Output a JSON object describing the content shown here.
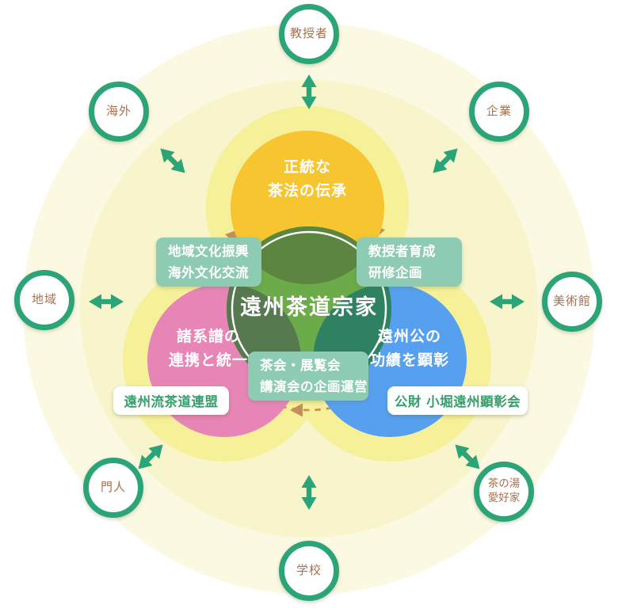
{
  "diagram": {
    "center": {
      "label": "遠州茶道宗家"
    },
    "main_circles": [
      {
        "id": "tradition",
        "label_lines": [
          "正統な",
          "茶法の伝承"
        ],
        "color": "#f6c52f"
      },
      {
        "id": "lineages",
        "label_lines": [
          "諸系譜の",
          "連携と統一"
        ],
        "color": "#e885b7",
        "badge": "遠州流茶道連盟"
      },
      {
        "id": "achievements",
        "label_lines": [
          "遠州公の",
          "功績を顕彰"
        ],
        "color": "#57a0ef",
        "badge": "公財 小堀遠州顕彰会"
      }
    ],
    "activity_boxes": [
      {
        "id": "left",
        "lines": [
          "地域文化振興",
          "海外文化交流"
        ]
      },
      {
        "id": "right",
        "lines": [
          "教授者育成",
          "研修企画"
        ]
      },
      {
        "id": "bottom",
        "lines": [
          "茶会・展覧会",
          "講演会の企画運営"
        ]
      }
    ],
    "satellites": [
      {
        "id": "instructors",
        "label": "教授者"
      },
      {
        "id": "companies",
        "label": "企業"
      },
      {
        "id": "museums",
        "label": "美術館"
      },
      {
        "id": "tea-lovers",
        "label_lines": [
          "茶の湯",
          "愛好家"
        ]
      },
      {
        "id": "schools",
        "label": "学校"
      },
      {
        "id": "disciples",
        "label": "門人"
      },
      {
        "id": "region",
        "label": "地域"
      },
      {
        "id": "overseas",
        "label": "海外"
      }
    ],
    "icons": {
      "connection_arrow": "double-headed-arrow",
      "cycle_arrow": "dashed-circular-arrow"
    },
    "colors": {
      "accent_green": "#2ba578",
      "satellite_text": "#a8714e",
      "yellow_circle": "#f6c52f",
      "pink_circle": "#e885b7",
      "blue_circle": "#57a0ef",
      "green_center_circle": "#6cab49",
      "overlap_yellow_green": "#5c8640",
      "overlap_pink_green": "#56794f",
      "overlap_blue_green": "#2e8161",
      "teal_box": "#8dcbb3",
      "badge_text_green": "#35a06c",
      "dashed_arrow_tan": "#c68d58",
      "background_outer": "#fbf9e2",
      "background_middle": "#f8f4cb",
      "background_inner_glow": "#f6f099"
    }
  }
}
